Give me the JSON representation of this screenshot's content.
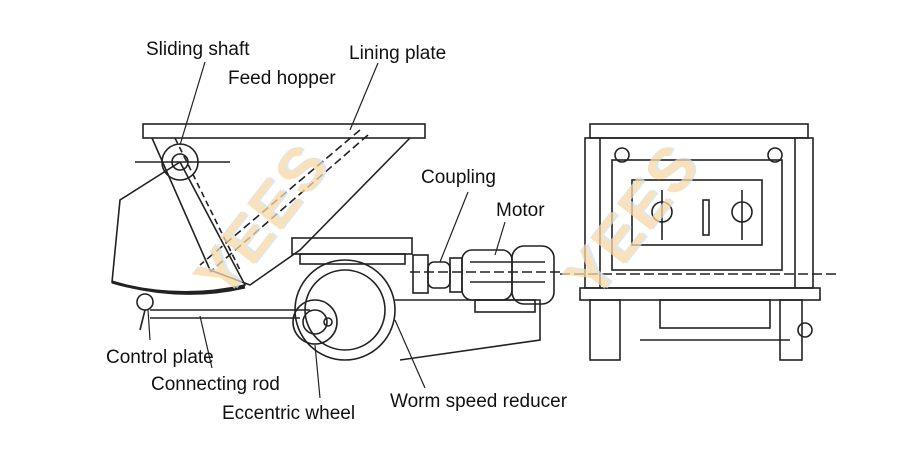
{
  "watermark": "YEES",
  "labels": {
    "sliding_shaft": "Sliding shaft",
    "lining_plate": "Lining plate",
    "feed_hopper": "Feed hopper",
    "coupling": "Coupling",
    "motor": "Motor",
    "control_plate": "Control plate",
    "connecting_rod": "Connecting rod",
    "eccentric_wheel": "Eccentric wheel",
    "worm_speed_reducer": "Worm speed reducer"
  }
}
